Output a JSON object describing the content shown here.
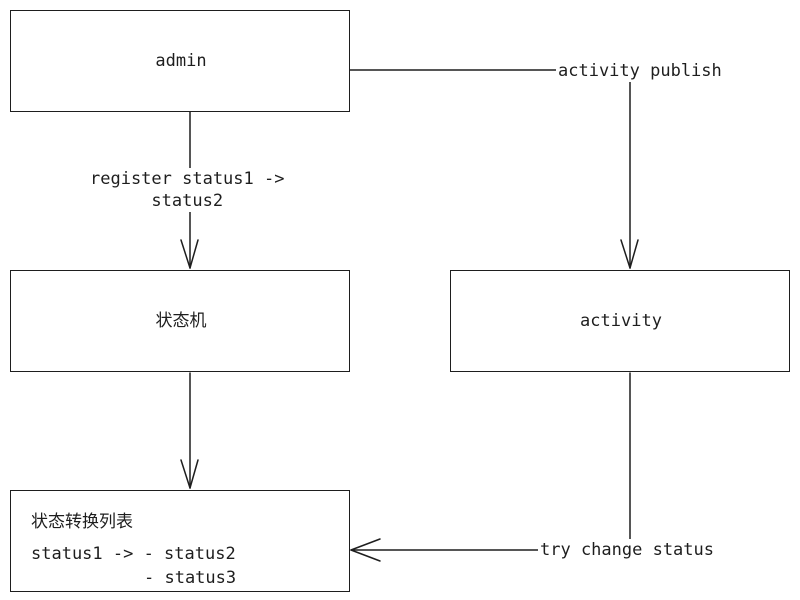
{
  "nodes": {
    "admin": {
      "label": "admin"
    },
    "state_machine": {
      "label": "状态机"
    },
    "activity": {
      "label": "activity"
    },
    "transition_list": {
      "title": "状态转换列表",
      "line1": "status1 -> - status2",
      "line2": "- status3"
    }
  },
  "edges": {
    "register": {
      "line1": "register status1 ->",
      "line2": "status2"
    },
    "activity_publish": {
      "label": "activity publish"
    },
    "try_change": {
      "label": "try change status"
    }
  },
  "colors": {
    "stroke": "#1e1e1e",
    "background": "#ffffff"
  }
}
